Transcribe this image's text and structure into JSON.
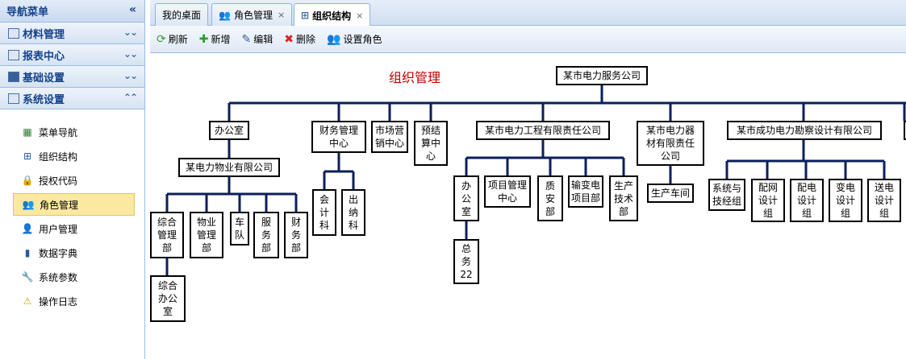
{
  "sidebar": {
    "title": "导航菜单",
    "collapse_icon": "«",
    "sections": [
      {
        "label": "材料管理"
      },
      {
        "label": "报表中心"
      },
      {
        "label": "基础设置"
      },
      {
        "label": "系统设置"
      }
    ],
    "items": [
      {
        "label": "菜单导航",
        "icon": "sitemap-icon"
      },
      {
        "label": "组织结构",
        "icon": "org-icon"
      },
      {
        "label": "授权代码",
        "icon": "lock-icon"
      },
      {
        "label": "角色管理",
        "icon": "role-icon"
      },
      {
        "label": "用户管理",
        "icon": "user-icon"
      },
      {
        "label": "数据字典",
        "icon": "book-icon"
      },
      {
        "label": "系统参数",
        "icon": "wrench-icon"
      },
      {
        "label": "操作日志",
        "icon": "warning-icon"
      }
    ]
  },
  "tabs": [
    {
      "label": "我的桌面"
    },
    {
      "label": "角色管理",
      "close": "×"
    },
    {
      "label": "组织结构",
      "close": "×"
    }
  ],
  "toolbar": {
    "refresh": "刷新",
    "add": "新增",
    "edit": "编辑",
    "delete": "删除",
    "set_role": "设置角色"
  },
  "org": {
    "title": "组织管理",
    "root": "某市电力服务公司",
    "l1": [
      "办公室",
      "财务管理中心",
      "市场营销中心",
      "预结算中心",
      "某市电力工程有限责任公司",
      "某市电力器材有限责任公司",
      "某市成功电力勘察设计有限公司"
    ],
    "property_co": "某电力物业有限公司",
    "property_children": [
      "综合管理部",
      "物业管理部",
      "车队",
      "服务部",
      "财务部"
    ],
    "general_office": "综合办公室",
    "finance_children": [
      "会计科",
      "出纳科"
    ],
    "engineering_children": [
      "办公室",
      "项目管理中心",
      "质安部",
      "输变电项目部",
      "生产技术部"
    ],
    "general_affairs": "总务22",
    "equipment_children": [
      "生产车间"
    ],
    "survey_children": [
      "系统与技经组",
      "配网设计组",
      "配电设计组",
      "变电设计组",
      "送电设计组"
    ]
  }
}
